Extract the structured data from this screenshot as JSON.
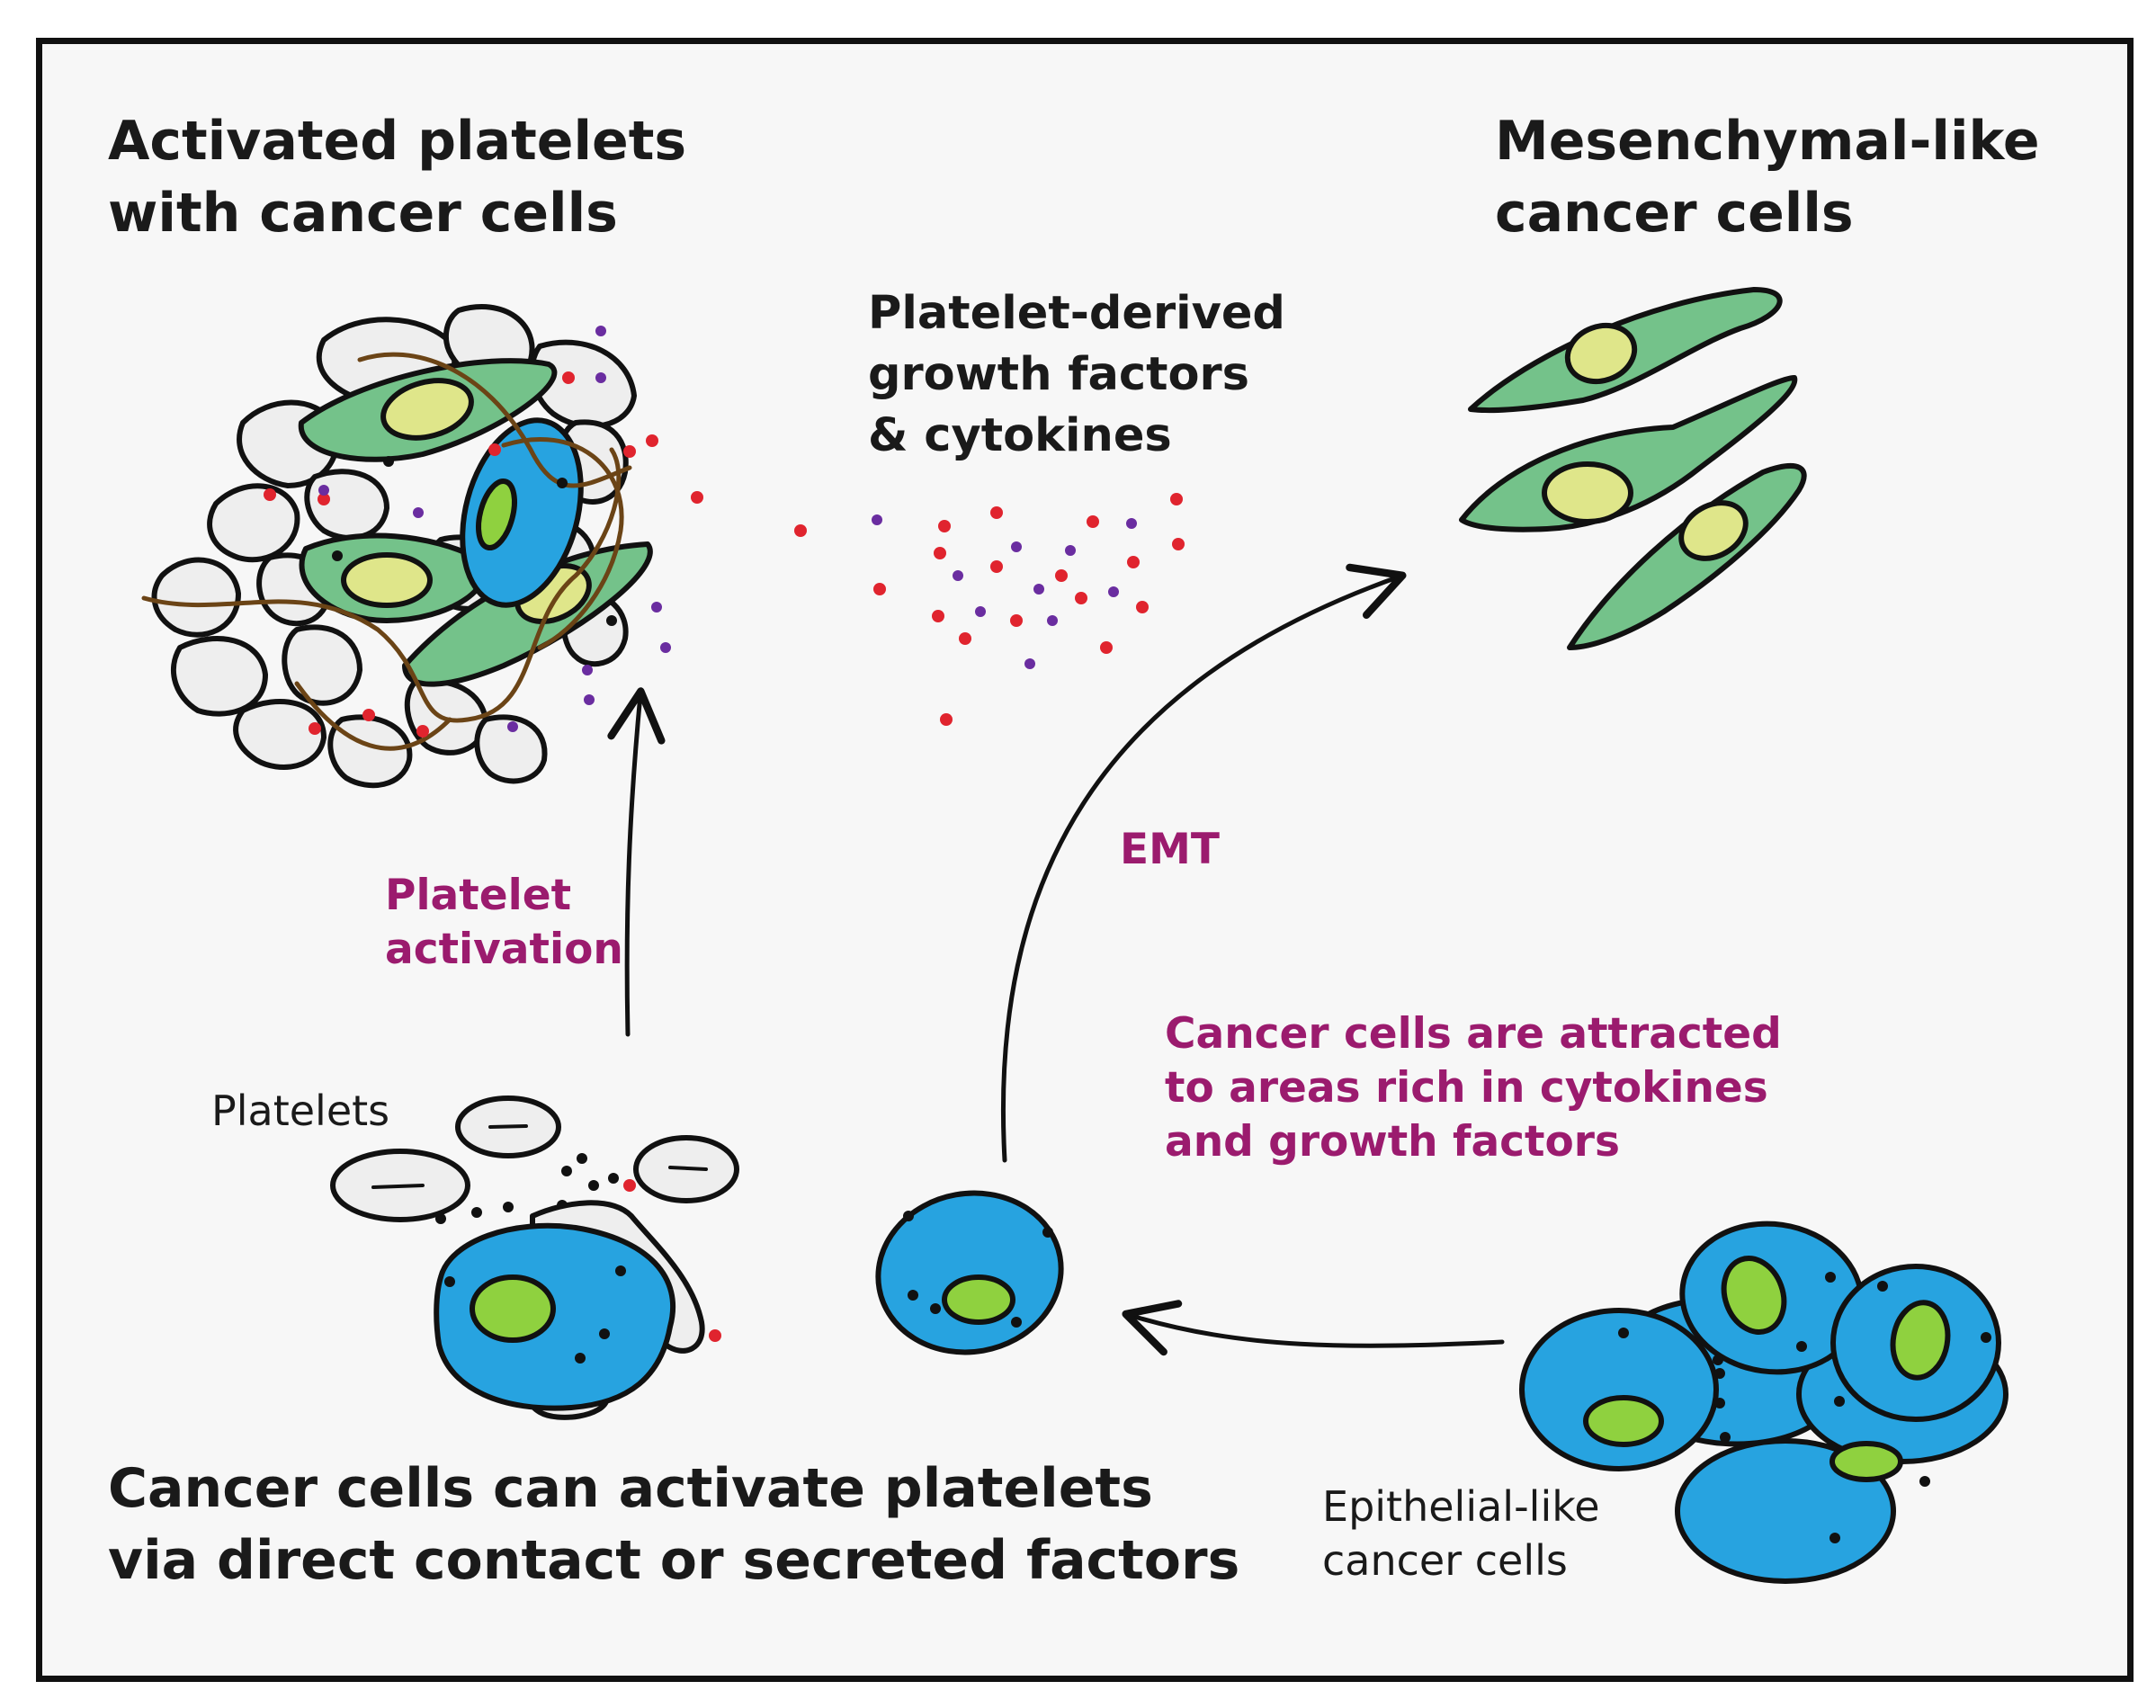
{
  "colors": {
    "frame": "#111111",
    "background": "#f7f7f7",
    "annotation": "#9b1b6e",
    "cancer_cell_blue": "#27a3e0",
    "nucleus_green": "#8fd13f",
    "mesenchymal_green": "#74c28a",
    "nucleus_yellow": "#dfe68a",
    "platelet_gray": "#eeeeee",
    "fibrin_brown": "#6b4416",
    "factor_red": "#e0242e",
    "factor_purple": "#6a2da0"
  },
  "labels": {
    "activated": [
      "Activated platelets",
      "with cancer cells"
    ],
    "mesenchymal": [
      "Mesenchymal-like",
      "cancer cells"
    ],
    "factors": [
      "Platelet-derived",
      "growth factors",
      "& cytokines"
    ],
    "platelet_activation": [
      "Platelet",
      "activation"
    ],
    "emt": "EMT",
    "attracted": [
      "Cancer cells are attracted",
      "to areas rich in cytokines",
      "and growth factors"
    ],
    "platelets": "Platelets",
    "epithelial": [
      "Epithelial-like",
      "cancer cells"
    ],
    "bottom": [
      "Cancer cells can activate platelets",
      "via direct contact or secreted factors"
    ]
  },
  "icons": [
    "arrow-icon",
    "cancer-cell-icon",
    "platelet-icon",
    "mesenchymal-cell-icon",
    "fibrin-strand-icon",
    "factor-dot-icon"
  ]
}
